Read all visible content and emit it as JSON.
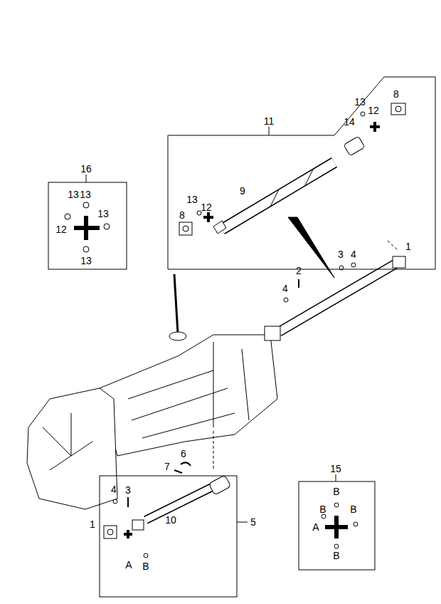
{
  "diagram": {
    "nodes": [
      {
        "text": [
          "11",
          "13",
          "8",
          "14",
          "12",
          "9",
          "13",
          "8",
          "12"
        ]
      },
      {
        "text": [
          "16",
          "13",
          "13",
          "13",
          "12",
          "13"
        ]
      },
      {
        "text": [
          "5",
          "4",
          "3",
          "10",
          "A",
          "B"
        ]
      },
      {
        "text": [
          "15",
          "B",
          "B",
          "B",
          "A",
          "B"
        ]
      }
    ],
    "labels": [
      "1",
      "3",
      "4",
      "2",
      "4",
      "6",
      "7",
      "1"
    ]
  }
}
